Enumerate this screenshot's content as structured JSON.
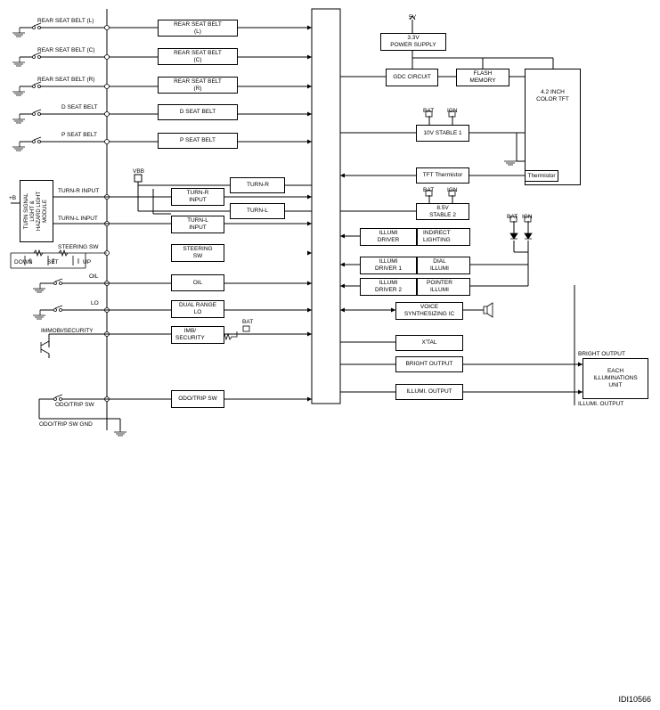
{
  "figure_id": "IDI10566",
  "inputs": {
    "seat_belt_l": "REAR SEAT BELT (L)",
    "seat_belt_c": "REAR SEAT BELT (C)",
    "seat_belt_r": "REAR SEAT BELT (R)",
    "d_seat_belt": "D SEAT BELT",
    "p_seat_belt": "P SEAT BELT",
    "turn_r_input": "TURN-R INPUT",
    "turn_l_input": "TURN-L INPUT",
    "steering_sw": "STEERING SW",
    "down": "DOWN",
    "set": "SET",
    "up": "UP",
    "oil": "OIL",
    "lo": "LO",
    "immobi_security": "IMMOBI/SECURITY",
    "odo_trip_sw": "ODO/TRIP SW",
    "odo_trip_sw_gnd": "ODO/TRIP SW GND",
    "plus_b": "+B",
    "vbb": "VBB",
    "bat": "BAT",
    "ign": "IGN",
    "five_v": "5V"
  },
  "module": "TURN SIGNAL\nLIGHT &\nHAZARD LIGHT\nMODULE",
  "left_blocks": {
    "rsb_l": "REAR SEAT BELT\n(L)",
    "rsb_c": "REAR SEAT BELT\n(C)",
    "rsb_r": "REAR SEAT BELT\n(R)",
    "dsb": "D SEAT BELT",
    "psb": "P SEAT BELT",
    "turn_r": "TURN-R",
    "turn_l": "TURN-L",
    "turn_r_input": "TURN-R\nINPUT",
    "turn_l_input": "TURN-L\nINPUT",
    "steering": "STEERING\nSW",
    "oil": "OIL",
    "dual_range": "DUAL RANGE\nLO",
    "imb": "IMB/\nSECURITY",
    "odo": "ODO/TRIP SW"
  },
  "right_blocks": {
    "power_supply": "3.3V\nPOWER SUPPLY",
    "gdc": "GDC CIRCUIT",
    "flash": "FLASH\nMEMORY",
    "tft": "4.2 INCH\nCOLOR TFT",
    "stable1": "10V STABLE 1",
    "thermistor_block": "TFT Thermistor",
    "thermistor": "Thermistor",
    "stable2": "8.5V\nSTABLE 2",
    "illumi_driver": "ILLUMI\nDRIVER",
    "indirect": "INDIRECT\nLIGHTING",
    "illumi_driver1": "ILLUMI\nDRIVER 1",
    "dial": "DIAL\nILLUMI",
    "illumi_driver2": "ILLUMI\nDRIVER 2",
    "pointer": "POINTER\nILLUMI",
    "voice": "VOICE\nSYNTHESIZING IC",
    "xtal": "X'TAL",
    "bright_output": "BRIGHT OUTPUT",
    "illumi_output": "ILLUMI. OUTPUT",
    "each_illum": "EACH\nILLUMINATIONS\nUNIT",
    "bright_output_lbl": "BRIGHT OUTPUT",
    "illumi_output_lbl": "ILLUMI. OUTPUT"
  }
}
